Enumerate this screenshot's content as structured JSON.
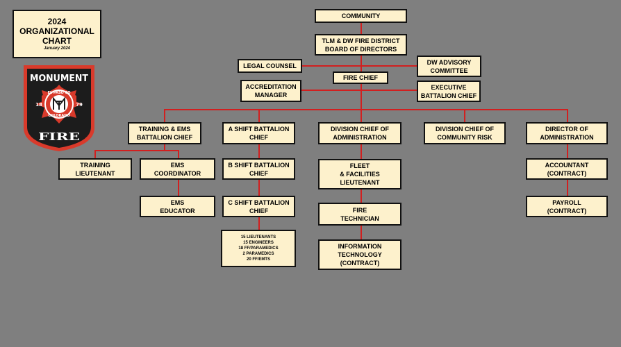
{
  "title": {
    "year": "2024",
    "line1": "ORGANIZATIONAL",
    "line2": "CHART",
    "date": "January 2024"
  },
  "logo": {
    "top": "MONUMENT",
    "ring_top": "EL PASO CO",
    "ring_bottom": "COLORADO",
    "year_left": "18",
    "year_right": "79",
    "bottom": "FIRE"
  },
  "colors": {
    "background": "#7f7f7f",
    "box_fill": "#fdf1cc",
    "box_border": "#111111",
    "connector": "#d21f1f",
    "logo_red": "#d93a2b",
    "logo_black": "#1c1c1c"
  },
  "nodes": {
    "community": [
      "COMMUNITY"
    ],
    "board": [
      "TLM & DW FIRE DISTRICT",
      "BOARD OF DIRECTORS"
    ],
    "legal_counsel": [
      "LEGAL COUNSEL"
    ],
    "dw_advisory": [
      "DW ADVISORY",
      "COMMITTEE"
    ],
    "fire_chief": [
      "FIRE CHIEF"
    ],
    "accreditation": [
      "ACCREDITATION",
      "MANAGER"
    ],
    "executive_bc": [
      "EXECUTIVE",
      "BATTALION CHIEF"
    ],
    "training_ems_bc": [
      "TRAINING & EMS",
      "BATTALION CHIEF"
    ],
    "a_shift": [
      "A SHIFT BATTALION",
      "CHIEF"
    ],
    "div_chief_admin": [
      "DIVISION CHIEF OF",
      "ADMINISTRATION"
    ],
    "div_chief_risk": [
      "DIVISION CHIEF OF",
      "COMMUNITY RISK"
    ],
    "director_admin": [
      "DIRECTOR OF",
      "ADMINISTRATION"
    ],
    "training_lt": [
      "TRAINING",
      "LIEUTENANT"
    ],
    "ems_coordinator": [
      "EMS",
      "COORDINATOR"
    ],
    "ems_educator": [
      "EMS",
      "EDUCATOR"
    ],
    "b_shift": [
      "B SHIFT BATTALION",
      "CHIEF"
    ],
    "c_shift": [
      "C SHIFT BATTALION",
      "CHIEF"
    ],
    "shift_staff": [
      "15 LIEUTENANTS",
      "15 ENGINEERS",
      "18 FF/PARAMEDICS",
      "2 PARAMEDICS",
      "20 FF/EMTS"
    ],
    "fleet_lt": [
      "FLEET",
      "& FACILITIES",
      "LIEUTENANT"
    ],
    "fire_tech": [
      "FIRE",
      "TECHNICIAN"
    ],
    "it": [
      "INFORMATION",
      "TECHNOLOGY",
      "(CONTRACT)"
    ],
    "accountant": [
      "ACCOUNTANT",
      "(CONTRACT)"
    ],
    "payroll": [
      "PAYROLL",
      "(CONTRACT)"
    ]
  }
}
